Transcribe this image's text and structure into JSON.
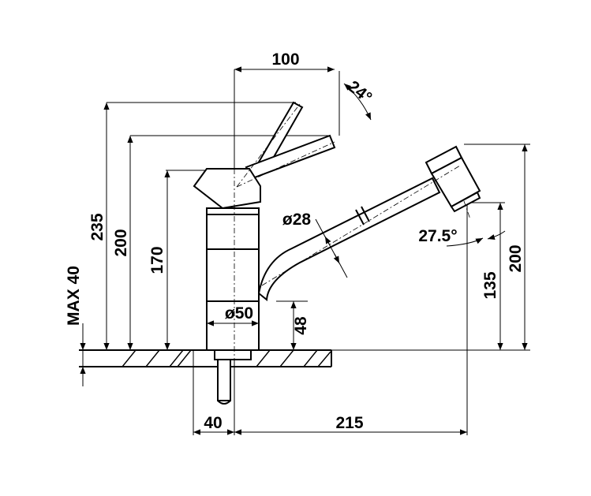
{
  "dimensions": {
    "spout_reach_top": "100",
    "lever_angle": "24°",
    "height_235": "235",
    "height_200_left": "200",
    "height_170": "170",
    "max_counter": "MAX 40",
    "spout_diameter": "ø28",
    "spray_angle": "27.5°",
    "height_200_right": "200",
    "height_135": "135",
    "body_diameter": "ø50",
    "base_height": "48",
    "bottom_40": "40",
    "bottom_215": "215"
  },
  "colors": {
    "line": "#000000",
    "background": "#ffffff"
  }
}
